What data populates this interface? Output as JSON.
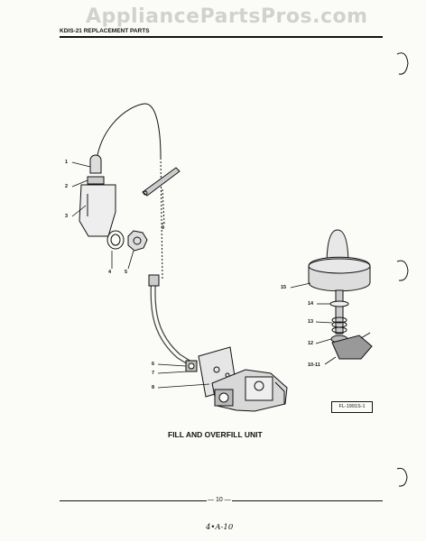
{
  "watermark": "AppliancePartsPros.com",
  "header": {
    "section": "KDIS-21 REPLACEMENT PARTS"
  },
  "diagram": {
    "title": "FILL AND OVERFILL UNIT",
    "figure_ref": "FL-1991S-1",
    "callouts": [
      "1",
      "2",
      "3",
      "4",
      "5",
      "9",
      "15",
      "14",
      "13",
      "12",
      "10-11",
      "6",
      "7",
      "8"
    ]
  },
  "footer": {
    "page_number": "— 10 —",
    "handwritten_note": "4•A-10"
  }
}
